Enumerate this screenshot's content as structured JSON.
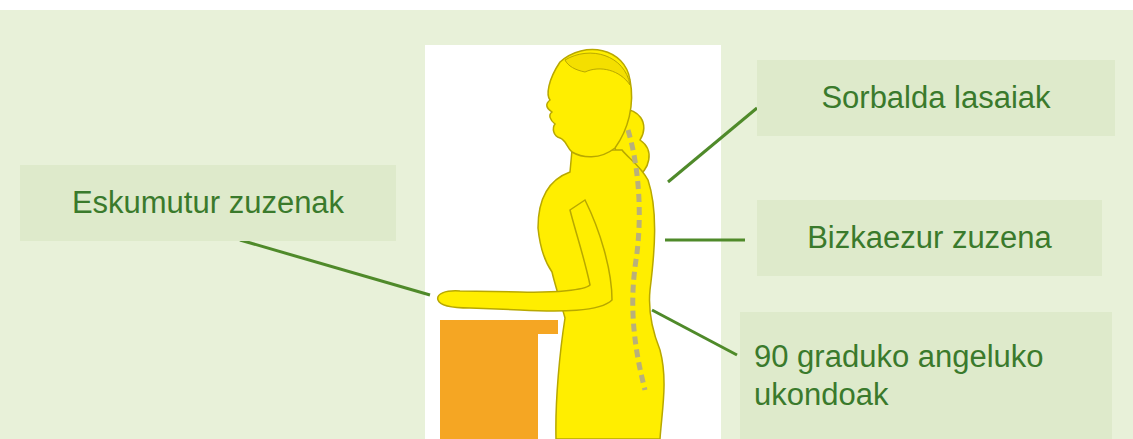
{
  "diagram": {
    "nodes": [
      {
        "text": [
          "Sorbalda lasaiak"
        ]
      },
      {
        "text": [
          "Eskumutur zuzenak"
        ]
      },
      {
        "text": [
          "Bizkaezur zuzena"
        ]
      },
      {
        "text": [
          "90 graduko angeluko ukondoak"
        ]
      }
    ]
  }
}
